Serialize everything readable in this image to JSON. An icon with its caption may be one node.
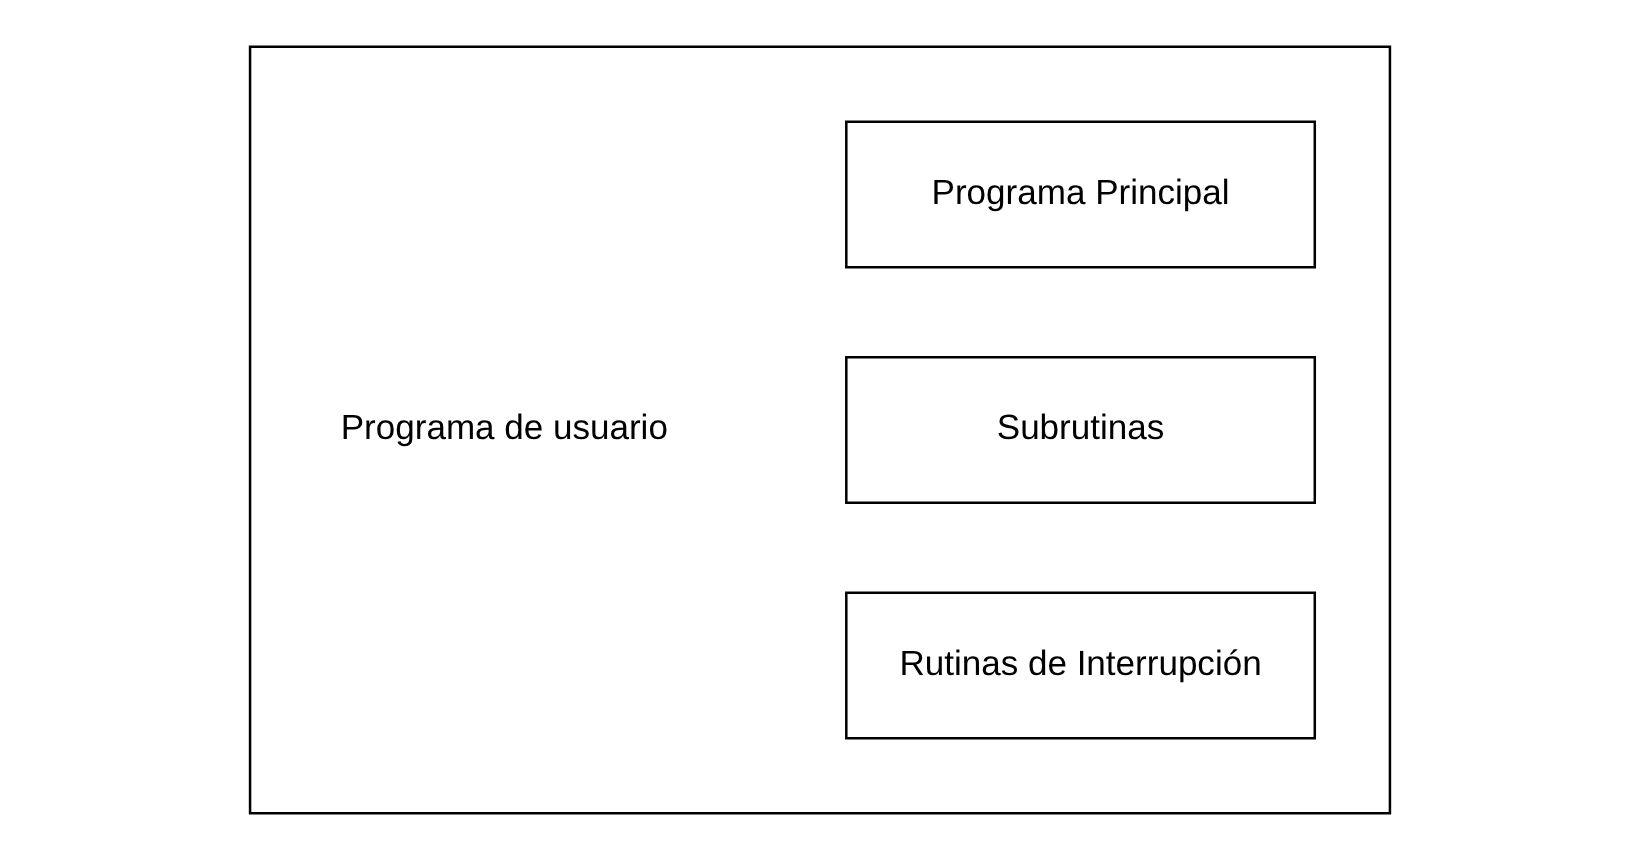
{
  "diagram": {
    "nodes": [
      {
        "text": [],
        "shape": "box"
      },
      {
        "text": [
          "Programa Principal"
        ],
        "in": 0
      },
      {
        "text": [
          "Subrutinas"
        ],
        "in": 0
      },
      {
        "text": [
          "Rutinas de Interrupción"
        ],
        "in": 0
      }
    ],
    "labels": [
      "Programa de usuario"
    ]
  }
}
